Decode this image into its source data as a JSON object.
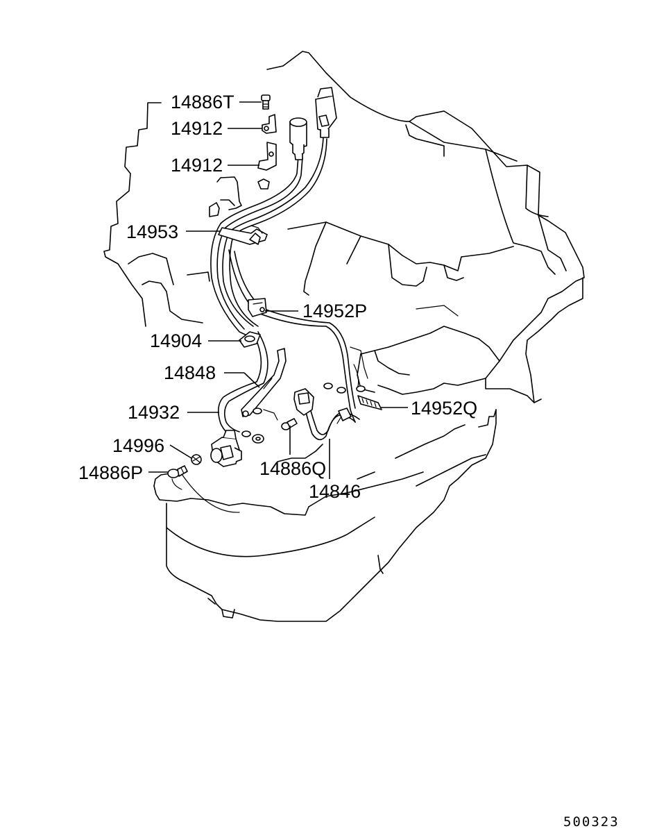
{
  "diagram": {
    "callouts": [
      {
        "id": "c1",
        "label": "14886T"
      },
      {
        "id": "c2",
        "label": "14912"
      },
      {
        "id": "c3",
        "label": "14912"
      },
      {
        "id": "c4",
        "label": "14953"
      },
      {
        "id": "c5",
        "label": "14952P"
      },
      {
        "id": "c6",
        "label": "14904"
      },
      {
        "id": "c7",
        "label": "14848"
      },
      {
        "id": "c8",
        "label": "14932"
      },
      {
        "id": "c9",
        "label": "14952Q"
      },
      {
        "id": "c10",
        "label": "14996"
      },
      {
        "id": "c11",
        "label": "14886P"
      },
      {
        "id": "c12",
        "label": "14886Q"
      },
      {
        "id": "c13",
        "label": "14846"
      }
    ],
    "document_number": "500323"
  }
}
